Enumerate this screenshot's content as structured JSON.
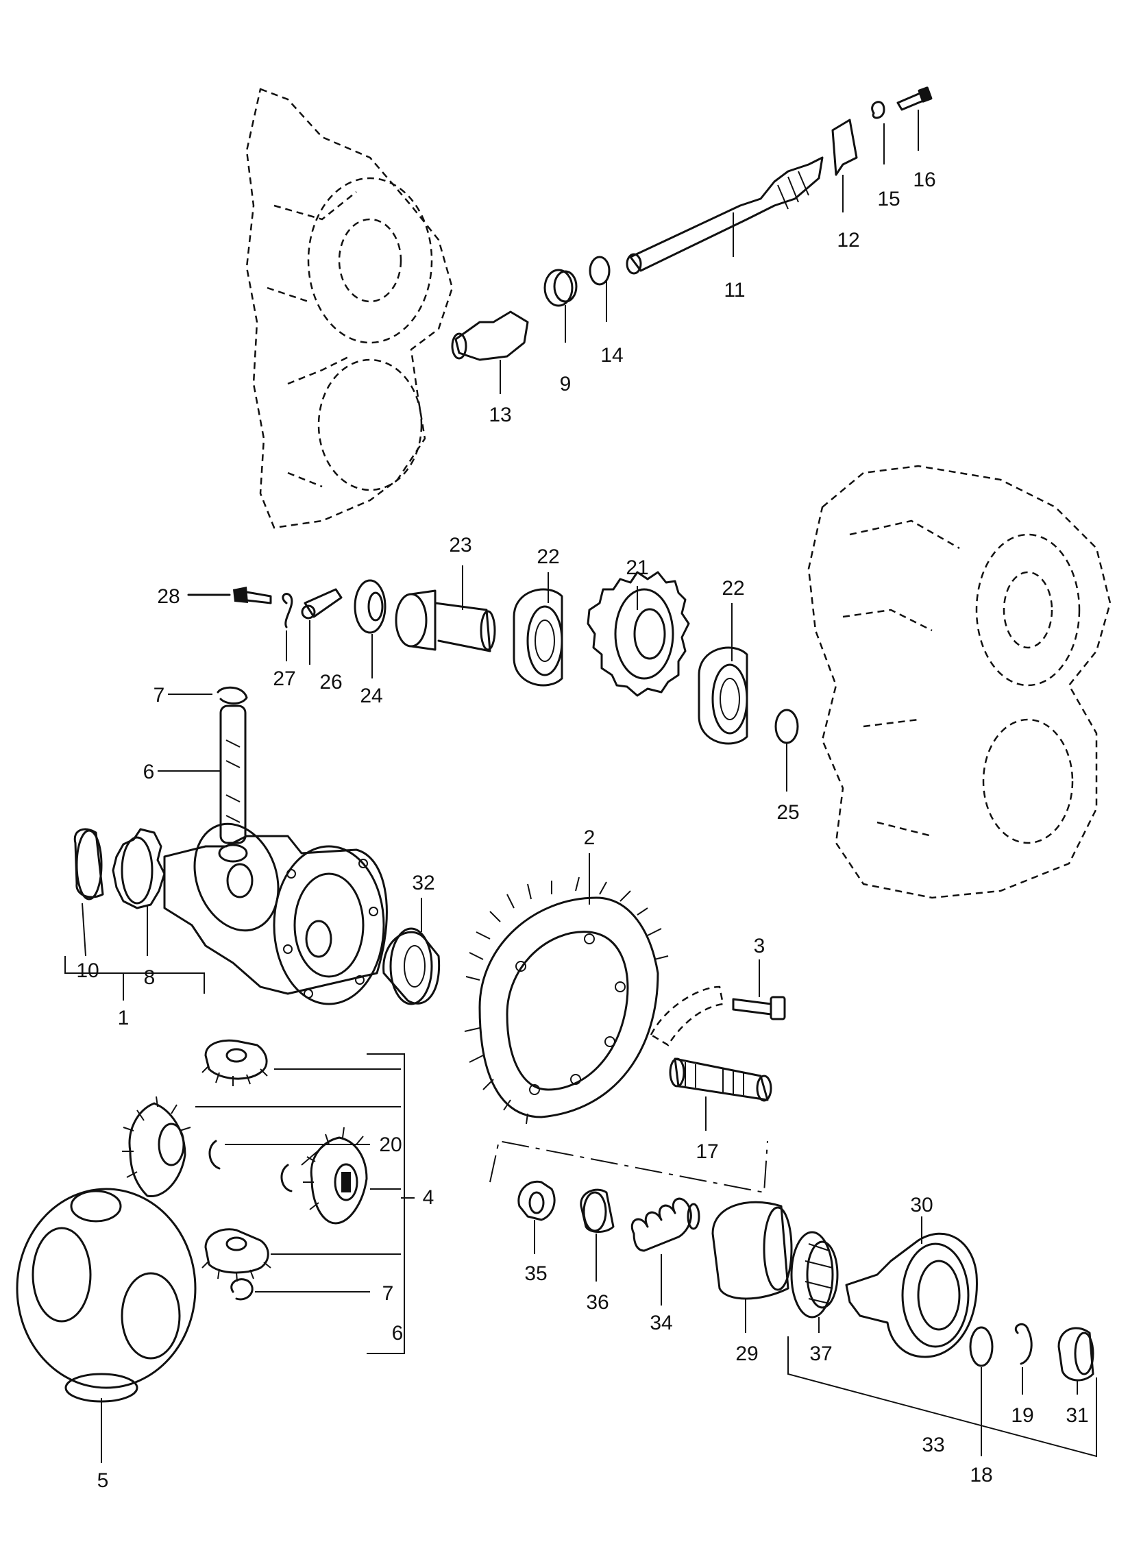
{
  "labels": {
    "n1": "1",
    "n2": "2",
    "n3": "3",
    "n4": "4",
    "n5": "5",
    "n6a": "6",
    "n6b": "6",
    "n7a": "7",
    "n7b": "7",
    "n8": "8",
    "n9": "9",
    "n10": "10",
    "n11": "11",
    "n12": "12",
    "n13": "13",
    "n14": "14",
    "n15": "15",
    "n16": "16",
    "n17": "17",
    "n18": "18",
    "n19": "19",
    "n20": "20",
    "n21": "21",
    "n22a": "22",
    "n22b": "22",
    "n23": "23",
    "n24": "24",
    "n25": "25",
    "n26": "26",
    "n27": "27",
    "n28": "28",
    "n29": "29",
    "n30": "30",
    "n31": "31",
    "n32": "32",
    "n33": "33",
    "n34": "34",
    "n35": "35",
    "n36": "36",
    "n37": "37"
  },
  "colors": {
    "ink": "#111111",
    "paper": "#ffffff"
  }
}
